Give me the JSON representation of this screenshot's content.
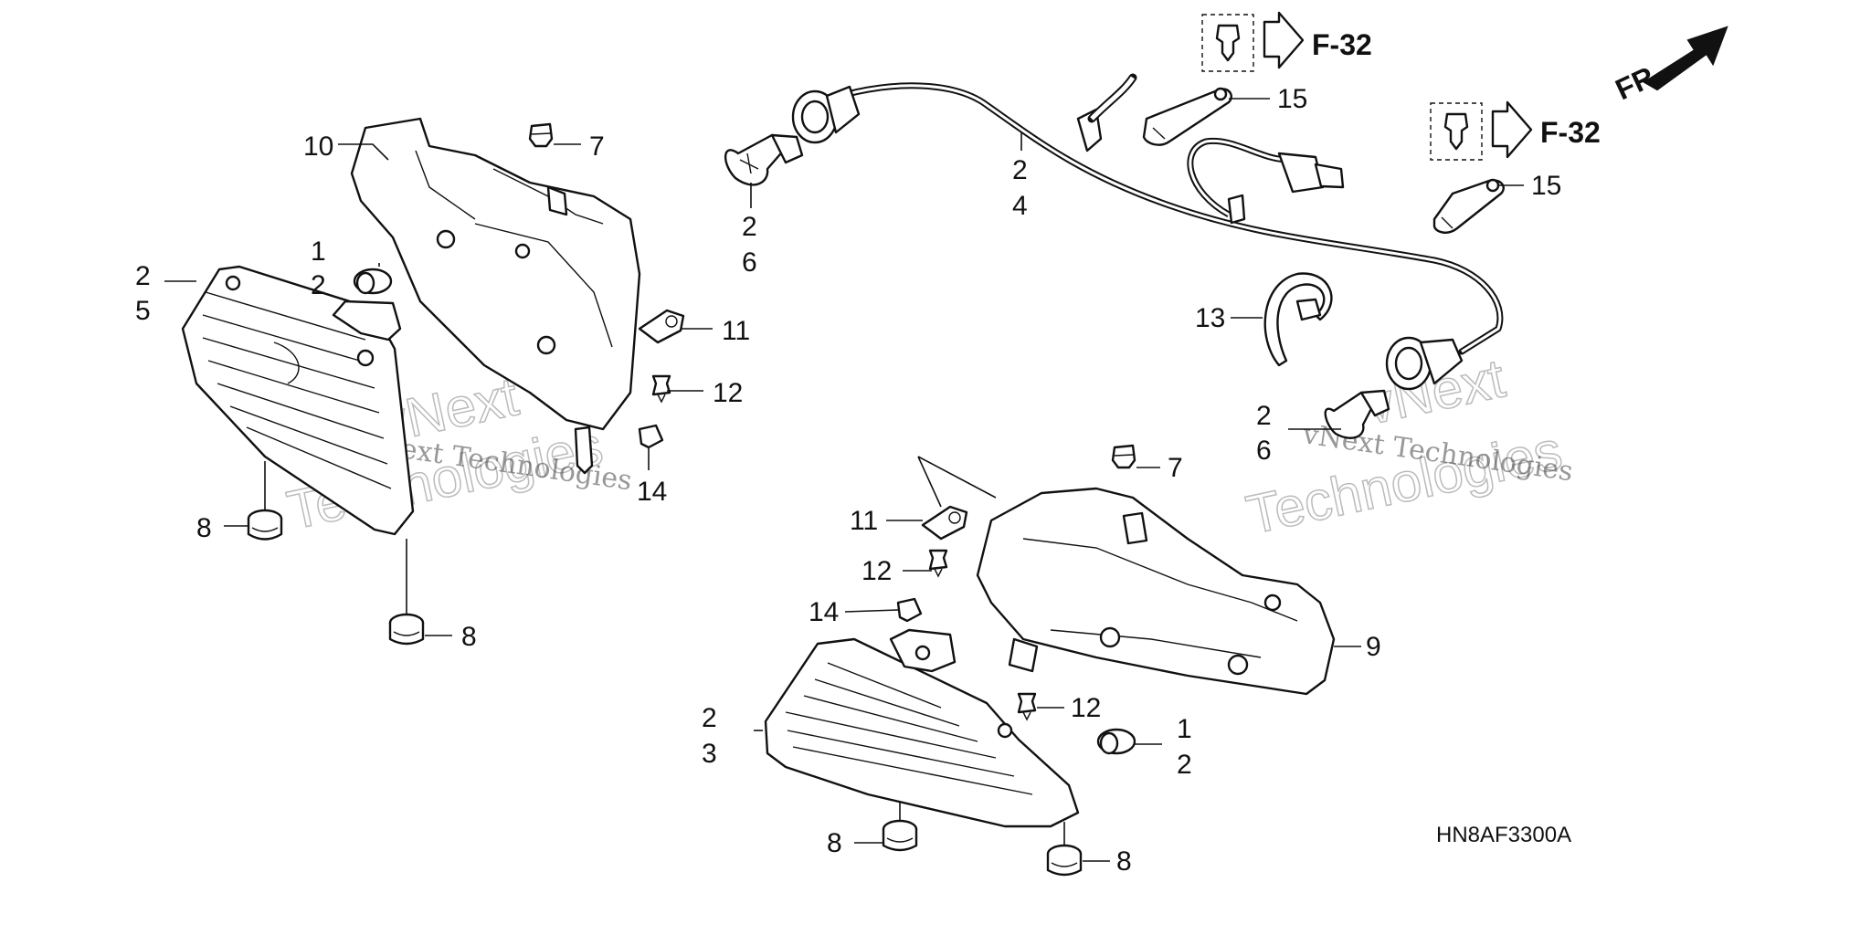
{
  "diagram_code": "HN8AF3300A",
  "direction_marker": "FR.",
  "references": [
    {
      "id": "ref-upper",
      "text": "F-32"
    },
    {
      "id": "ref-right",
      "text": "F-32"
    }
  ],
  "watermark": {
    "company_serif": "vNext Technologies",
    "word_next": "vNext",
    "word_tech": "Technologies"
  },
  "callouts": [
    {
      "id": "c-2-5-a",
      "text": "2"
    },
    {
      "id": "c-2-5-b",
      "text": "5"
    },
    {
      "id": "c-10",
      "text": "10"
    },
    {
      "id": "c-7-top",
      "text": "7"
    },
    {
      "id": "c-1-2-a",
      "text": "1"
    },
    {
      "id": "c-1-2-b",
      "text": "2"
    },
    {
      "id": "c-11-top",
      "text": "11"
    },
    {
      "id": "c-12-top",
      "text": "12"
    },
    {
      "id": "c-14-top",
      "text": "14"
    },
    {
      "id": "c-8-a",
      "text": "8"
    },
    {
      "id": "c-8-b",
      "text": "8"
    },
    {
      "id": "c-2-6-a1",
      "text": "2"
    },
    {
      "id": "c-2-6-a2",
      "text": "6"
    },
    {
      "id": "c-2-4-a",
      "text": "2"
    },
    {
      "id": "c-2-4-b",
      "text": "4"
    },
    {
      "id": "c-15-top",
      "text": "15"
    },
    {
      "id": "c-15-right",
      "text": "15"
    },
    {
      "id": "c-13",
      "text": "13"
    },
    {
      "id": "c-2-6-b1",
      "text": "2"
    },
    {
      "id": "c-2-6-b2",
      "text": "6"
    },
    {
      "id": "c-7-mid",
      "text": "7"
    },
    {
      "id": "c-11-mid",
      "text": "11"
    },
    {
      "id": "c-12-mid",
      "text": "12"
    },
    {
      "id": "c-14-mid",
      "text": "14"
    },
    {
      "id": "c-9",
      "text": "9"
    },
    {
      "id": "c-12-low",
      "text": "12"
    },
    {
      "id": "c-1-2-low-a",
      "text": "1"
    },
    {
      "id": "c-1-2-low-b",
      "text": "2"
    },
    {
      "id": "c-2-3-a",
      "text": "2"
    },
    {
      "id": "c-2-3-b",
      "text": "3"
    },
    {
      "id": "c-8-c",
      "text": "8"
    },
    {
      "id": "c-8-d",
      "text": "8"
    }
  ]
}
